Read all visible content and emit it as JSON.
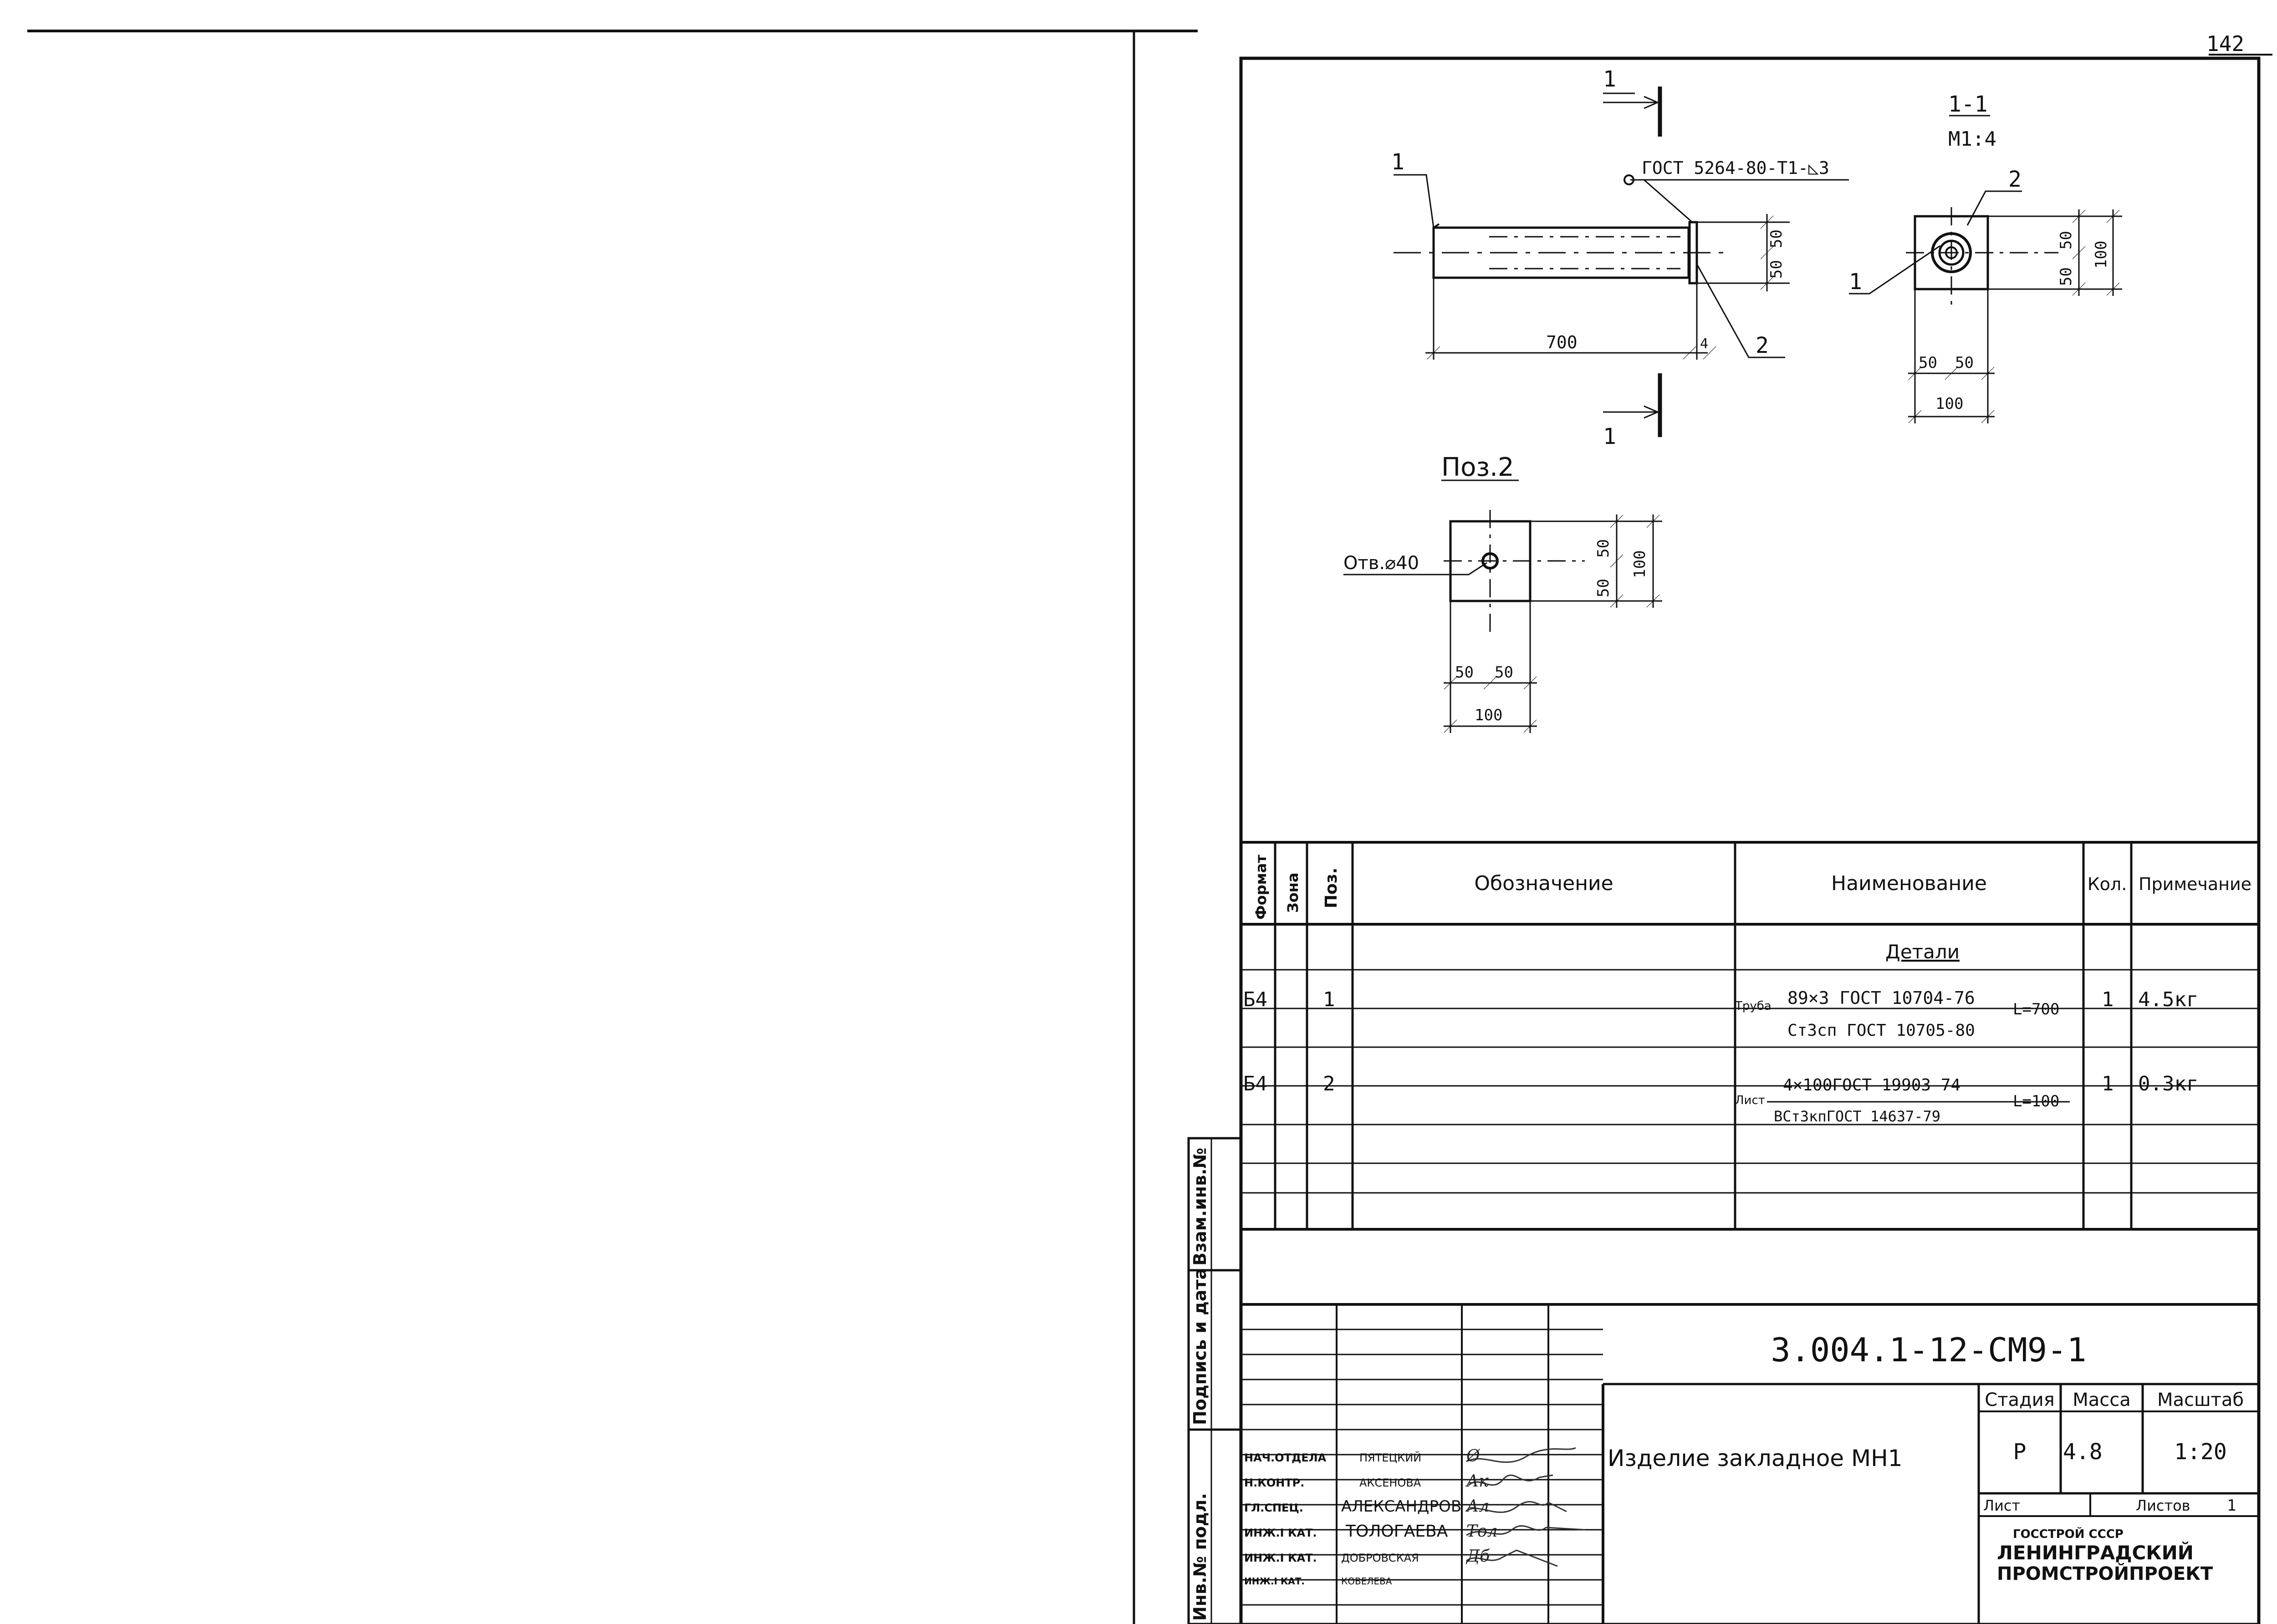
{
  "page_number": "142",
  "drawing": {
    "section_mark": "1",
    "weld_note": "ГОСТ 5264-80-Т1-◺3",
    "main_view": {
      "pos1": "1",
      "pos2": "2",
      "dim_length": "700",
      "dim_thickness": "4",
      "dim_half_a": "50",
      "dim_half_b": "50"
    },
    "section_view": {
      "title": "1-1",
      "scale": "М1:4",
      "pos1": "1",
      "pos2": "2",
      "dim_v_a": "50",
      "dim_v_b": "50",
      "dim_v_total": "100",
      "dim_h_a": "50",
      "dim_h_b": "50",
      "dim_h_total": "100"
    },
    "pos2_view": {
      "title": "Поз.2",
      "hole": "Отв.⌀40",
      "dim_v_a": "50",
      "dim_v_b": "50",
      "dim_v_total": "100",
      "dim_h_a": "50",
      "dim_h_b": "50",
      "dim_h_total": "100"
    }
  },
  "spec_table": {
    "headers": {
      "format": "Формат",
      "zone": "Зона",
      "pos": "Поз.",
      "designation": "Обозначение",
      "name": "Наименование",
      "qty": "Кол.",
      "note": "Примечание"
    },
    "section_title": "Детали",
    "rows": [
      {
        "format": "Б4",
        "pos": "1",
        "name_prefix": "Труба",
        "name_top": "89×3 ГОСТ 10704-76",
        "name_bottom": "Ст3сп ГОСТ 10705-80",
        "length": "L=700",
        "qty": "1",
        "note": "4.5кг"
      },
      {
        "format": "Б4",
        "pos": "2",
        "name_prefix": "Лист",
        "name_top": "4×100ГОСТ 19903-74",
        "name_bottom": "ВСт3кпГОСТ 14637-79",
        "length": "L=100",
        "qty": "1",
        "note": "0.3кг"
      }
    ]
  },
  "side_stamps": {
    "replace_inv": "Взам.инв.№",
    "sign_date": "Подпись и дата",
    "inv_orig": "Инв.№ подл."
  },
  "title_block": {
    "code": "3.004.1-12-СМ9-1",
    "item_name": "Изделие закладное МН1",
    "stage_label": "Стадия",
    "mass_label": "Масса",
    "scale_label": "Масштаб",
    "stage": "Р",
    "mass": "4.8",
    "scale": "1:20",
    "sheet_label": "Лист",
    "sheets_label": "Листов",
    "sheets": "1",
    "org_line1": "ГОССТРОЙ СССР",
    "org_line2": "ЛЕНИНГРАДСКИЙ",
    "org_line3": "ПРОМСТРОЙПРОЕКТ",
    "signers": [
      {
        "role": "НАЧ.ОТДЕЛА",
        "name": "ПЯТЕЦКИЙ",
        "sign": "Ø"
      },
      {
        "role": "Н.КОНТР.",
        "name": "АКСЕНОВА",
        "sign": "Ак"
      },
      {
        "role": "ГЛ.СПЕЦ.",
        "name": "АЛЕКСАНДРОВ",
        "sign": "Ал"
      },
      {
        "role": "ИНЖ.I КАТ.",
        "name": "ТОЛОГАЕВА",
        "sign": "Тол"
      },
      {
        "role": "ИНЖ.I КАТ.",
        "name": "ДОБРОВСКАЯ",
        "sign": "Дб"
      },
      {
        "role": "ИНЖ.I КАТ.",
        "name": "КОВЕЛЕВА",
        "sign": ""
      }
    ]
  }
}
